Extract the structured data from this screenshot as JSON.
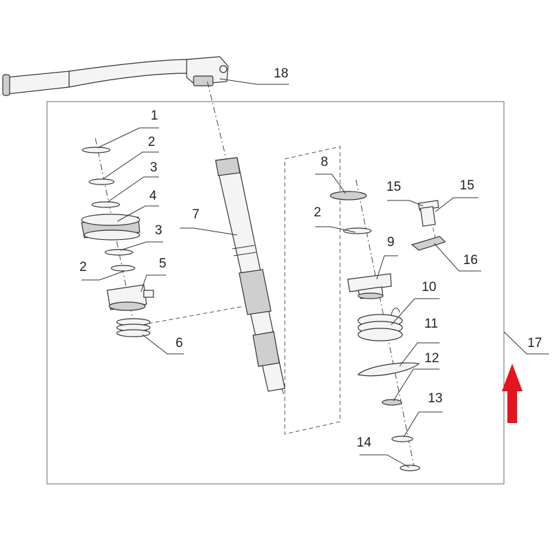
{
  "diagram": {
    "callouts": {
      "c1": "1",
      "c2a": "2",
      "c2b": "2",
      "c2c": "2",
      "c3a": "3",
      "c3b": "3",
      "c4": "4",
      "c5": "5",
      "c6": "6",
      "c7": "7",
      "c8": "8",
      "c9": "9",
      "c10": "10",
      "c11": "11",
      "c12": "12",
      "c13": "13",
      "c14": "14",
      "c15a": "15",
      "c15b": "15",
      "c16": "16",
      "c17": "17",
      "c18": "18"
    },
    "colors": {
      "arrow": "#e3161f",
      "line": "#333333",
      "frame": "#666666"
    }
  }
}
